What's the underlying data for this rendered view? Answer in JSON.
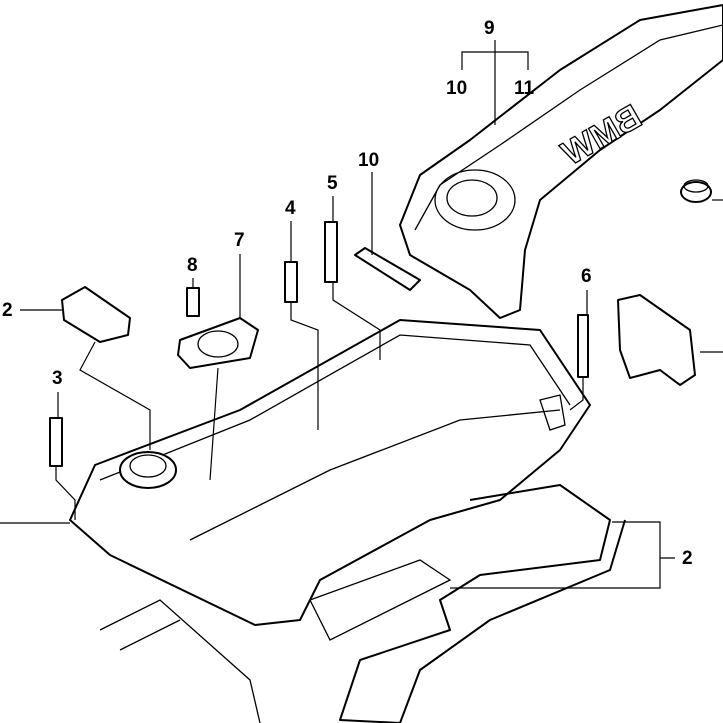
{
  "diagram": {
    "title_logo": "BMW",
    "callouts": [
      {
        "id": "c9",
        "label": "9"
      },
      {
        "id": "c10a",
        "label": "10"
      },
      {
        "id": "c11",
        "label": "11"
      },
      {
        "id": "c10b",
        "label": "10"
      },
      {
        "id": "c5",
        "label": "5"
      },
      {
        "id": "c4",
        "label": "4"
      },
      {
        "id": "c7",
        "label": "7"
      },
      {
        "id": "c8",
        "label": "8"
      },
      {
        "id": "c2a",
        "label": "2"
      },
      {
        "id": "c6",
        "label": "6"
      },
      {
        "id": "c3",
        "label": "3"
      },
      {
        "id": "c2b",
        "label": "2"
      }
    ]
  }
}
